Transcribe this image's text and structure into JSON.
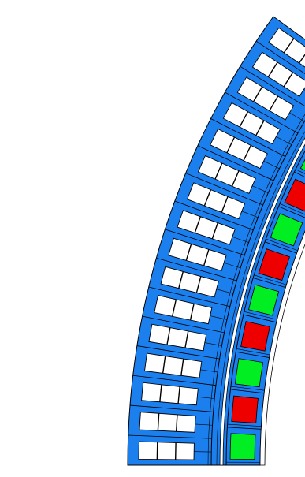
{
  "diagram": {
    "kind": "curved-segmented-arc",
    "colors": {
      "background": "#ffffff",
      "body": "#1b7fee",
      "outline": "#000000",
      "green_slot": "#00ee22",
      "red_slot": "#ee0000",
      "white_slot": "#ffffff"
    },
    "outer_band": {
      "slot_count": 16,
      "slot_fill": "white",
      "slot_divisions": 3
    },
    "inner_band": {
      "slot_count": 11,
      "pattern": [
        "green",
        "red",
        "green",
        "red",
        "green",
        "red",
        "green",
        "red",
        "green",
        "red",
        "green"
      ]
    }
  }
}
